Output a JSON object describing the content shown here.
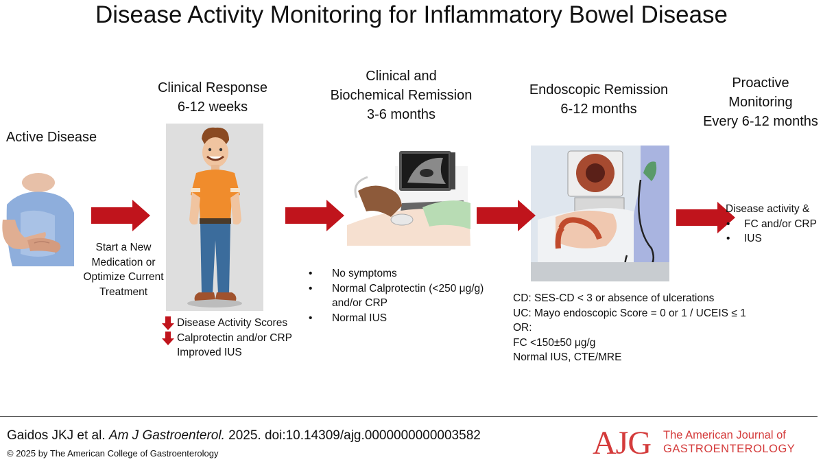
{
  "title": "Disease Activity Monitoring for Inflammatory Bowel Disease",
  "stages": {
    "active": {
      "label": "Active Disease"
    },
    "response": {
      "line1": "Clinical Response",
      "line2": "6-12 weeks"
    },
    "remission": {
      "line1": "Clinical and",
      "line2": "Biochemical Remission",
      "line3": "3-6 months"
    },
    "endoscopic": {
      "line1": "Endoscopic Remission",
      "line2": "6-12 months"
    },
    "proactive": {
      "line1": "Proactive",
      "line2": "Monitoring",
      "line3": "Every 6-12 months"
    }
  },
  "treatment": {
    "line1": "Start a New",
    "line2": "Medication or",
    "line3": "Optimize Current",
    "line4": "Treatment"
  },
  "response_notes": {
    "item1": "Disease Activity Scores",
    "item2": "Calprotectin and/or CRP",
    "item3": "Improved IUS"
  },
  "remission_notes": {
    "item1": "No symptoms",
    "item2a": "Normal Calprotectin (<250 μg/g)",
    "item2b": "and/or CRP",
    "item3": "Normal IUS"
  },
  "endoscopic_notes": {
    "line1": "CD: SES-CD < 3 or absence of ulcerations",
    "line2": "UC: Mayo endoscopic Score = 0 or 1 / UCEIS ≤ 1",
    "line3": "OR:",
    "line4": "FC <150±50 μg/g",
    "line5": "Normal IUS, CTE/MRE"
  },
  "proactive_notes": {
    "heading": "Disease activity &",
    "item1": "FC and/or CRP",
    "item2": "IUS"
  },
  "footer": {
    "authors": "Gaidos JKJ et al. ",
    "journal": "Am J Gastroenterol.",
    "rest": " 2025. doi:10.14309/ajg.0000000000003582",
    "copyright": "© 2025 by The American College of Gastroenterology",
    "logo": "AJG",
    "journal_name_line1": "The American Journal of",
    "journal_name_line2": "GASTROENTEROLOGY"
  },
  "colors": {
    "arrow": "#c0141c",
    "logo": "#d43b3b"
  },
  "icons": [
    "patient-illustration",
    "smiling-man-illustration",
    "ultrasound-illustration",
    "endoscopy-illustration",
    "arrow-right-icon",
    "arrow-down-icon"
  ]
}
